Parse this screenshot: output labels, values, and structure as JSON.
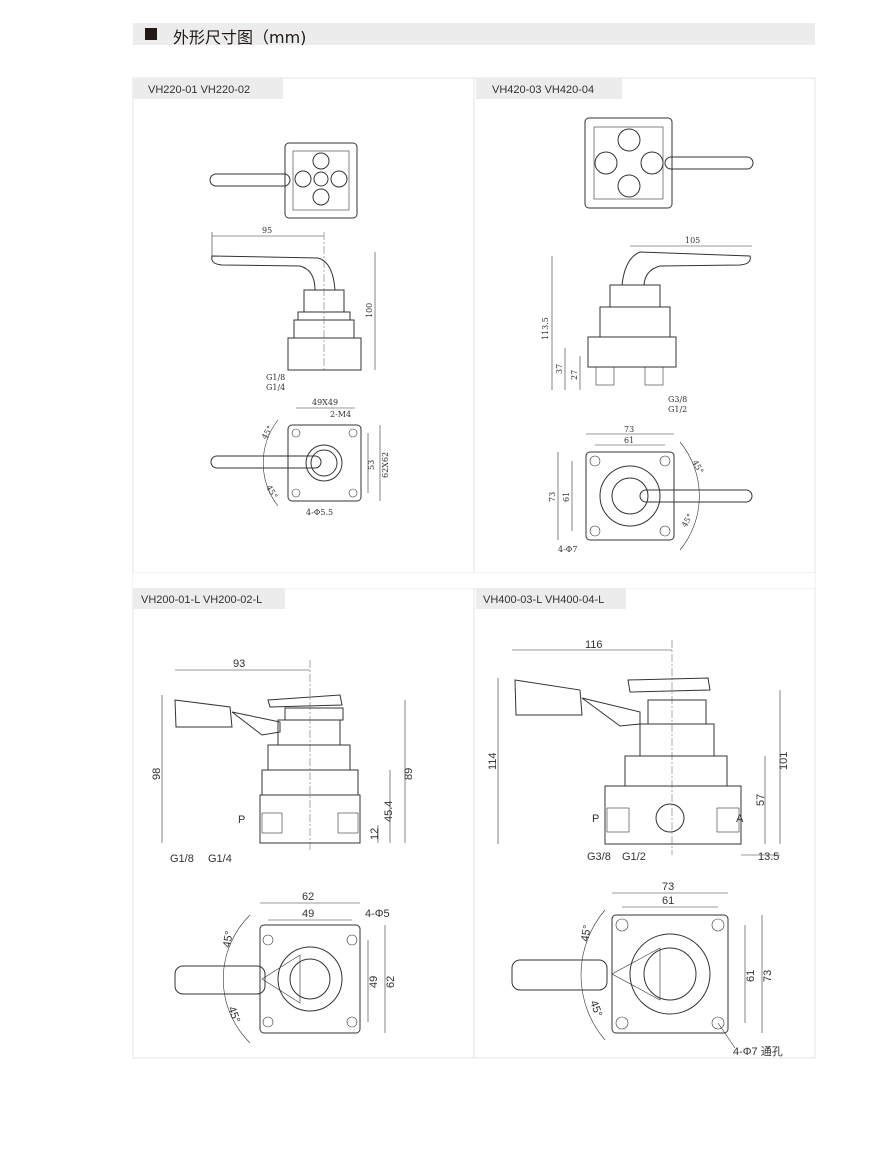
{
  "header": {
    "title": "外形尺寸图（mm)"
  },
  "panels": [
    {
      "title": "VH220-01  VH220-02",
      "dims": {
        "width": "95",
        "height": "100",
        "port1": "G1/8",
        "port2": "G1/4",
        "square": "49X49",
        "thread": "2-M4",
        "angle1": "45°",
        "angle2": "45°",
        "pitch": "53",
        "outer": "62X62",
        "holes": "4-Φ5.5"
      }
    },
    {
      "title": "VH420-03   VH420-04",
      "dims": {
        "width": "105",
        "height": "113.5",
        "h2": "37",
        "h3": "27",
        "port1": "G3/8",
        "port2": "G1/2",
        "outerW": "73",
        "innerW": "61",
        "outerH": "73",
        "innerH": "61",
        "angle1": "45°",
        "angle2": "45°",
        "holes": "4-Φ7"
      }
    },
    {
      "title": "VH200-01-L   VH200-02-L",
      "dims": {
        "width": "93",
        "height": "98",
        "h2": "89",
        "h3": "45.4",
        "h4": "12",
        "port_p": "P",
        "port1": "G1/8",
        "port2": "G1/4",
        "outerW": "62",
        "innerW": "49",
        "holes": "4-Φ5",
        "angle1": "45°",
        "angle2": "45°",
        "innerH": "49",
        "outerH": "62"
      }
    },
    {
      "title": "VH400-03-L   VH400-04-L",
      "dims": {
        "width": "116",
        "height": "114",
        "h2": "101",
        "h3": "57",
        "port_p": "P",
        "port_a": "A",
        "offset": "13.5",
        "port1": "G3/8",
        "port2": "G1/2",
        "outerW": "73",
        "innerW": "61",
        "angle1": "45°",
        "angle2": "45°",
        "innerH": "61",
        "outerH": "73",
        "holes": "4-Φ7 通孔"
      }
    }
  ]
}
